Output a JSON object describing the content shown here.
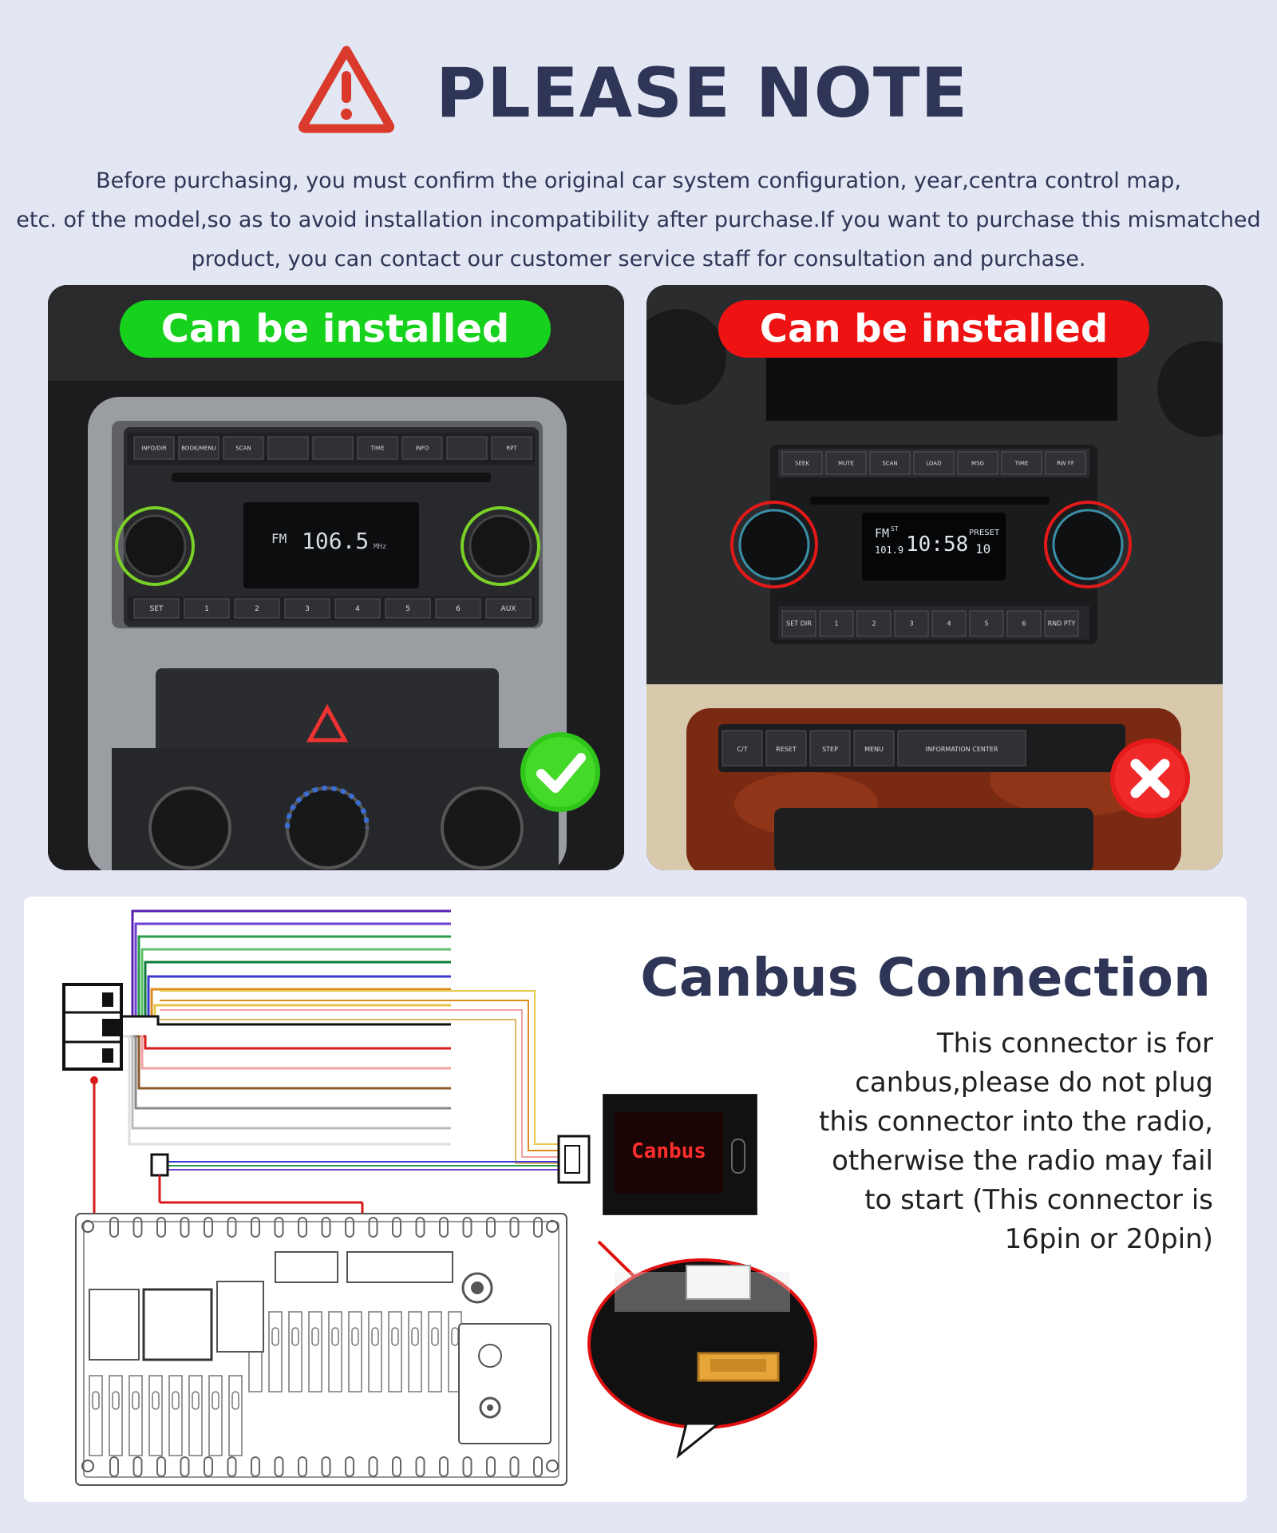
{
  "header": {
    "title": "PLEASE NOTE",
    "icon": "warning-triangle-icon",
    "icon_color": "#d93a2b"
  },
  "intro": {
    "line1": "Before purchasing, you must confirm the original car system configuration, year,centra control map,",
    "line2": "etc. of the model,so as to avoid installation incompatibility after purchase.If you want to purchase this mismatched",
    "line3": "product, you can contact our customer service staff for consultation and purchase."
  },
  "compatible": {
    "label": "Can be installed",
    "accent": "#17d21d",
    "badge_icon": "check-mark-icon",
    "radio": {
      "fm": "FM",
      "freq": "106.5",
      "unit": "MHz",
      "top_buttons": [
        "INFO/DIR",
        "BOOK/MENU",
        "SCAN",
        "",
        "",
        "TIME",
        "INFO",
        "",
        "RPT"
      ],
      "presets": [
        "SET",
        "1",
        "2",
        "3",
        "4",
        "5",
        "6",
        "AUX"
      ]
    }
  },
  "incompatible": {
    "label": "Can be installed",
    "accent": "#ef1212",
    "badge_icon": "close-x-icon",
    "radio": {
      "band": "FM",
      "band_sup": "ST",
      "freq": "101.9",
      "time": "10:58",
      "preset_label": "PRESET",
      "preset_num": "10",
      "top_buttons": [
        "SEEK",
        "MUTE",
        "SCAN",
        "LOAD",
        "MSG",
        "TIME",
        "RW FF"
      ],
      "presets": [
        "SET DIR",
        "1",
        "2",
        "3",
        "4",
        "5",
        "6",
        "RND PTY"
      ],
      "lower_buttons": [
        "C/T",
        "RESET",
        "STEP",
        "MENU",
        "INFORMATION CENTER"
      ]
    }
  },
  "canbus": {
    "title": "Canbus Connection",
    "lines": [
      "This connector is for",
      "canbus,please do not plug",
      "this connector into the radio,",
      "otherwise the radio may fail",
      "to start (This connector is",
      "16pin or 20pin)"
    ],
    "box_label": "Canbus",
    "arrow_color": "#e01010"
  }
}
